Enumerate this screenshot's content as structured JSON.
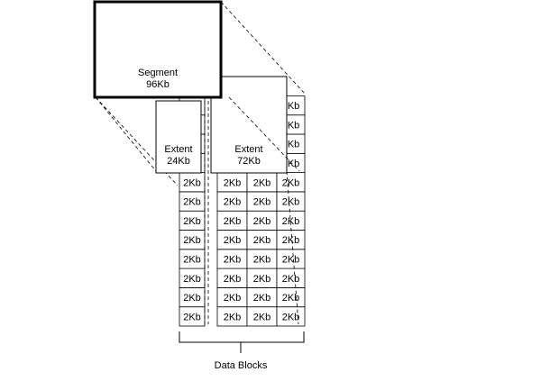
{
  "segment": {
    "label": "Segment",
    "size": "96Kb"
  },
  "extents": [
    {
      "label": "Extent",
      "size": "24Kb"
    },
    {
      "label": "Extent",
      "size": "72Kb"
    }
  ],
  "data_block_label": "2Kb",
  "data_blocks_caption": "Data Blocks",
  "colors": {
    "stroke": "#000000",
    "background": "#ffffff"
  }
}
